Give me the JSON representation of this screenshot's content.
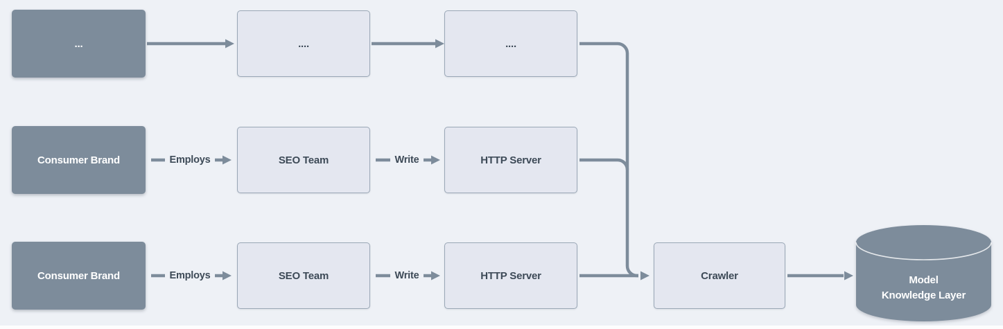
{
  "colors": {
    "bg": "#eef1f6",
    "dark": "#7d8c9b",
    "light": "#e4e7f0",
    "lightborder": "#9aa7b6",
    "text": "#3d4a57",
    "darktext": "#ffffff",
    "accent": "#7d8c9b",
    "strip": "#fdfdfe"
  },
  "rows": [
    {
      "nodes": [
        {
          "label": "..."
        },
        {
          "label": "...."
        },
        {
          "label": "...."
        }
      ],
      "edge_labels": [
        {
          "label": ""
        },
        {
          "label": ""
        }
      ]
    },
    {
      "nodes": [
        {
          "label": "Consumer Brand"
        },
        {
          "label": "SEO Team"
        },
        {
          "label": "HTTP Server"
        }
      ],
      "edge_labels": [
        {
          "label": "Employs"
        },
        {
          "label": "Write"
        }
      ]
    },
    {
      "nodes": [
        {
          "label": "Consumer Brand"
        },
        {
          "label": "SEO Team"
        },
        {
          "label": "HTTP Server"
        }
      ],
      "edge_labels": [
        {
          "label": "Employs"
        },
        {
          "label": "Write"
        }
      ]
    }
  ],
  "crawler": {
    "label": "Crawler"
  },
  "knowledge_store": {
    "line1": "Model",
    "line2": "Knowledge Layer"
  }
}
